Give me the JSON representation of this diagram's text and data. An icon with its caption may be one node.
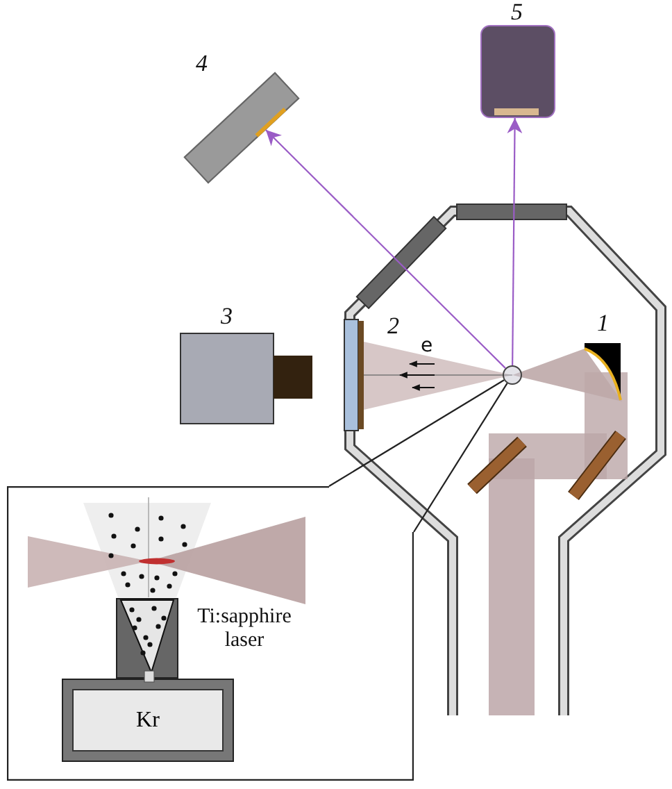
{
  "diagram": {
    "nodes": [
      {
        "text": [],
        "shape": "circle"
      },
      {
        "text": [],
        "shape": "box",
        "beside": [
          "4"
        ]
      },
      {
        "text": [],
        "shape": "box",
        "beside": [
          "5"
        ]
      },
      {
        "text": [],
        "shape": "box"
      },
      {
        "text": [
          "Kr"
        ],
        "in": 3
      }
    ],
    "edges": [
      {
        "from": 0,
        "to": 1,
        "arrow": "to",
        "color": "#9a5cc6"
      },
      {
        "from": 0,
        "to": 2,
        "arrow": "to",
        "color": "#9a5cc6"
      },
      {
        "from": 0,
        "to": 3,
        "arrow": "none",
        "color": "#222222"
      },
      {
        "from": 0,
        "to": 3,
        "arrow": "none",
        "color": "#222222"
      }
    ],
    "labels": [
      "3",
      "2",
      "e",
      "1",
      "Ti:sapphire laser"
    ]
  }
}
